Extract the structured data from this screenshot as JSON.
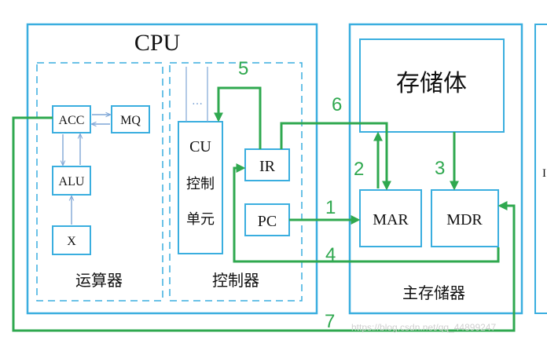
{
  "cpu": {
    "title": "CPU",
    "arithmetic_unit_label": "运算器",
    "controller_label": "控制器",
    "acc": "ACC",
    "mq": "MQ",
    "alu": "ALU",
    "x": "X",
    "cu_lines": [
      "CU",
      "控制",
      "单元"
    ],
    "ir": "IR",
    "pc": "PC",
    "dots": "…"
  },
  "memory": {
    "title": "主存储器",
    "storage": "存储体",
    "mar": "MAR",
    "mdr": "MDR"
  },
  "steps": [
    "1",
    "2",
    "3",
    "4",
    "5",
    "6",
    "7"
  ],
  "right_edge_text": "I",
  "watermark": "https://blog.csdn.net/qq_44899247",
  "colors": {
    "border": "#3aaedf",
    "flow": "#2fa84f",
    "internal": "#8fb6de"
  }
}
